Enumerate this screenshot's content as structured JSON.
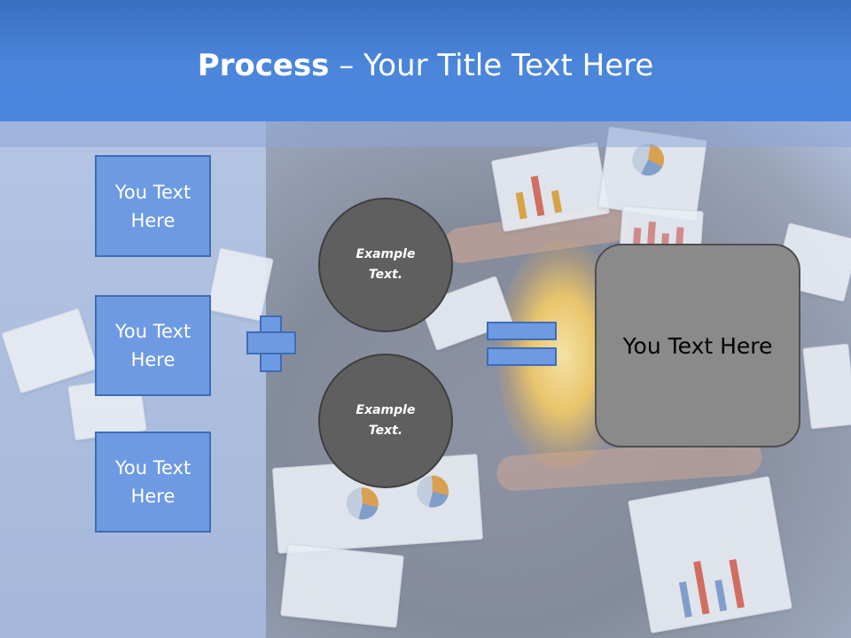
{
  "title": {
    "bold": "Process",
    "rest": " – Your Title Text Here"
  },
  "left_boxes": [
    {
      "line1": "You Text",
      "line2": "Here"
    },
    {
      "line1": "You Text",
      "line2": "Here"
    },
    {
      "line1": "You Text",
      "line2": "Here"
    }
  ],
  "circles": [
    {
      "line1": "Example",
      "line2": "Text."
    },
    {
      "line1": "Example",
      "line2": "Text."
    }
  ],
  "result_box": {
    "text": "You Text Here"
  },
  "colors": {
    "header": "#4a88e0",
    "box_fill": "#6d9ae2",
    "box_border": "#3e6db6",
    "circle_fill": "#5f5f5f",
    "result_fill": "#8a8a8a"
  },
  "icons": [
    "plus-icon",
    "equals-icon"
  ]
}
